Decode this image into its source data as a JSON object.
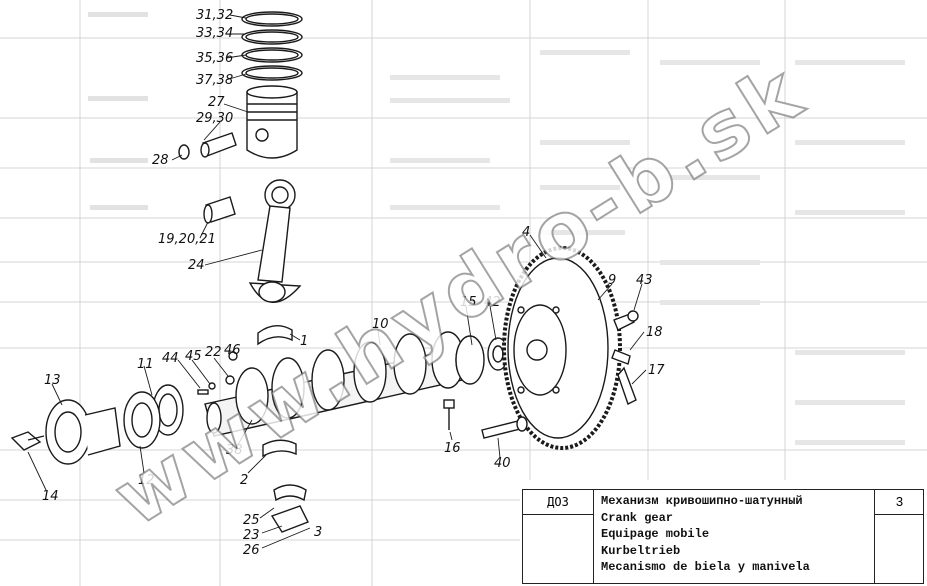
{
  "callouts": [
    "31,32",
    "33,34",
    "35,36",
    "37,38",
    "27",
    "29,30",
    "28",
    "19,20,21",
    "24",
    "1",
    "2",
    "25",
    "23",
    "26",
    "3",
    "38",
    "11",
    "44",
    "45",
    "22",
    "46",
    "13",
    "12",
    "14",
    "10",
    "15",
    "42",
    "16",
    "40",
    "4",
    "9",
    "43",
    "18",
    "17"
  ],
  "watermark": "www.hydro-b.sk",
  "title_block": {
    "code": "ДОЗ",
    "sheet": "3",
    "titles": [
      "Механизм кривошипно-шатунный",
      "Crank gear",
      "Equipage mobile",
      "Kurbeltrieb",
      "Mecanismo de biela y manivela"
    ]
  }
}
